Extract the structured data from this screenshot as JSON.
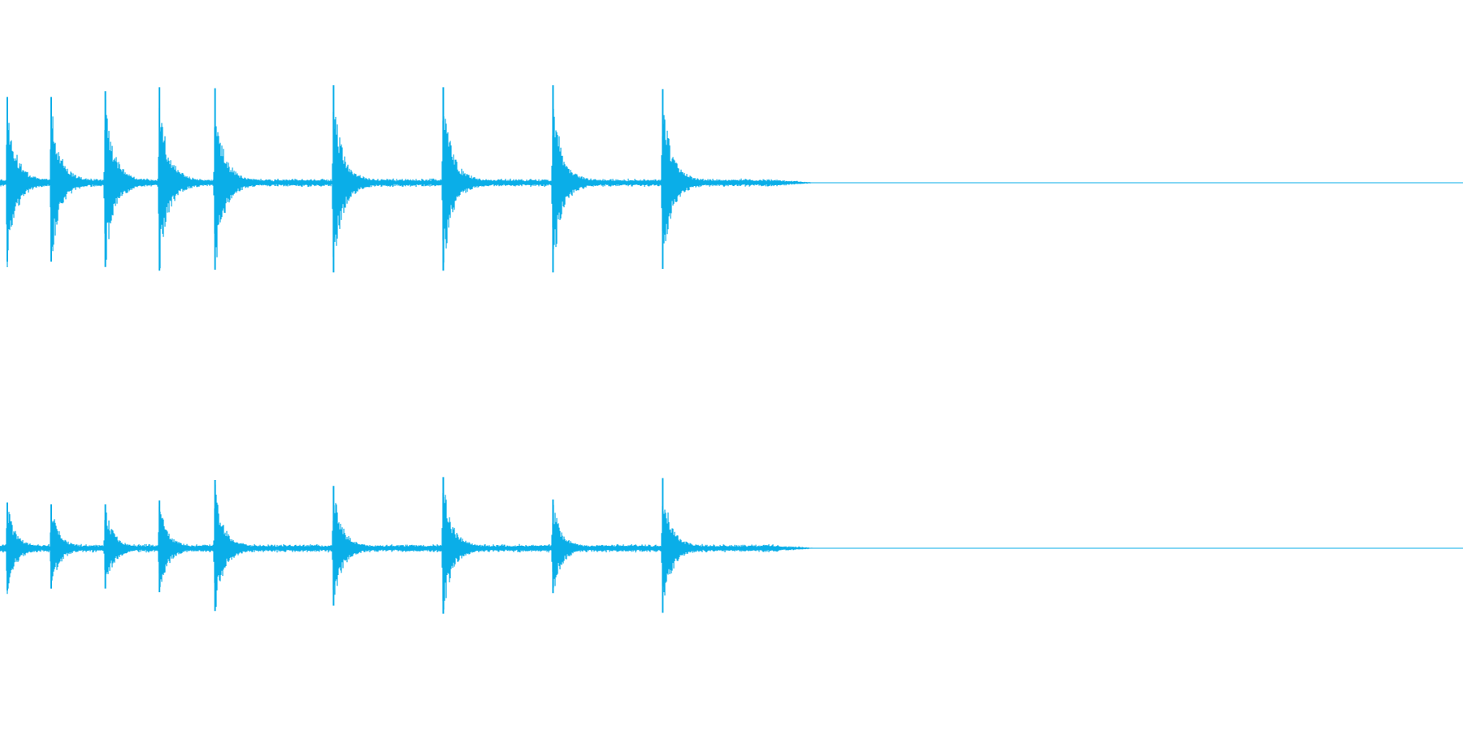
{
  "waveform": {
    "color": "#0aaee8",
    "background": "#ffffff",
    "channels": [
      {
        "name": "",
        "peaks": [
          {
            "t": 0.005,
            "amp": 0.88
          },
          {
            "t": 0.035,
            "amp": 0.88
          },
          {
            "t": 0.072,
            "amp": 0.94
          },
          {
            "t": 0.109,
            "amp": 0.98
          },
          {
            "t": 0.147,
            "amp": 0.97
          },
          {
            "t": 0.228,
            "amp": 1.0
          },
          {
            "t": 0.303,
            "amp": 0.98
          },
          {
            "t": 0.378,
            "amp": 1.0
          },
          {
            "t": 0.453,
            "amp": 0.96
          }
        ]
      },
      {
        "name": "",
        "peaks": [
          {
            "t": 0.005,
            "amp": 0.47
          },
          {
            "t": 0.035,
            "amp": 0.45
          },
          {
            "t": 0.072,
            "amp": 0.45
          },
          {
            "t": 0.109,
            "amp": 0.49
          },
          {
            "t": 0.147,
            "amp": 0.7
          },
          {
            "t": 0.228,
            "amp": 0.64
          },
          {
            "t": 0.303,
            "amp": 0.73
          },
          {
            "t": 0.378,
            "amp": 0.5
          },
          {
            "t": 0.453,
            "amp": 0.72
          }
        ]
      }
    ],
    "signal_end": 0.56
  }
}
